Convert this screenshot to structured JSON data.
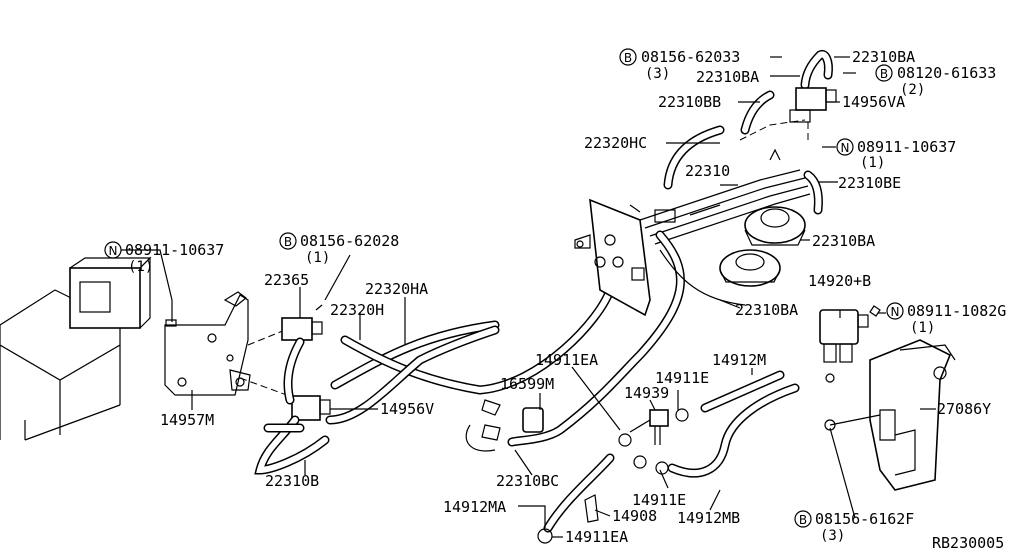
{
  "diagram_code": "RB230005",
  "callouts": {
    "c1": {
      "prefix": "B",
      "part": "08156-62033",
      "qty": "(3)"
    },
    "c2": {
      "part": "22310BA"
    },
    "c3": {
      "part": "22310BA"
    },
    "c4": {
      "prefix": "B",
      "part": "08120-61633",
      "qty": "(2)"
    },
    "c5": {
      "part": "22310BB"
    },
    "c6": {
      "part": "14956VA"
    },
    "c7": {
      "part": "22320HC"
    },
    "c8": {
      "prefix": "N",
      "part": "08911-10637",
      "qty": "(1)"
    },
    "c9": {
      "part": "22310"
    },
    "c10": {
      "part": "22310BE"
    },
    "c11": {
      "part": "22310BA"
    },
    "c12": {
      "prefix": "N",
      "part": "08911-10637",
      "qty": "(1)"
    },
    "c13": {
      "prefix": "B",
      "part": "08156-62028",
      "qty": "(1)"
    },
    "c14": {
      "part": "22365"
    },
    "c15": {
      "part": "22320HA"
    },
    "c16": {
      "part": "22320H"
    },
    "c17": {
      "part": "22310BA"
    },
    "c18": {
      "part": "14920+B"
    },
    "c19": {
      "prefix": "N",
      "part": "08911-1082G",
      "qty": "(1)"
    },
    "c20": {
      "part": "14912M"
    },
    "c21": {
      "part": "14911EA"
    },
    "c22": {
      "part": "14911E"
    },
    "c23": {
      "part": "16599M"
    },
    "c24": {
      "part": "14939"
    },
    "c25": {
      "part": "14957M"
    },
    "c26": {
      "part": "14956V"
    },
    "c27": {
      "part": "27086Y"
    },
    "c28": {
      "part": "22310B"
    },
    "c29": {
      "part": "22310BC"
    },
    "c30": {
      "part": "14911E"
    },
    "c31": {
      "part": "14912MA"
    },
    "c32": {
      "part": "14908"
    },
    "c33": {
      "part": "14912MB"
    },
    "c34": {
      "prefix": "B",
      "part": "08156-6162F",
      "qty": "(3)"
    },
    "c35": {
      "part": "14911EA"
    }
  }
}
